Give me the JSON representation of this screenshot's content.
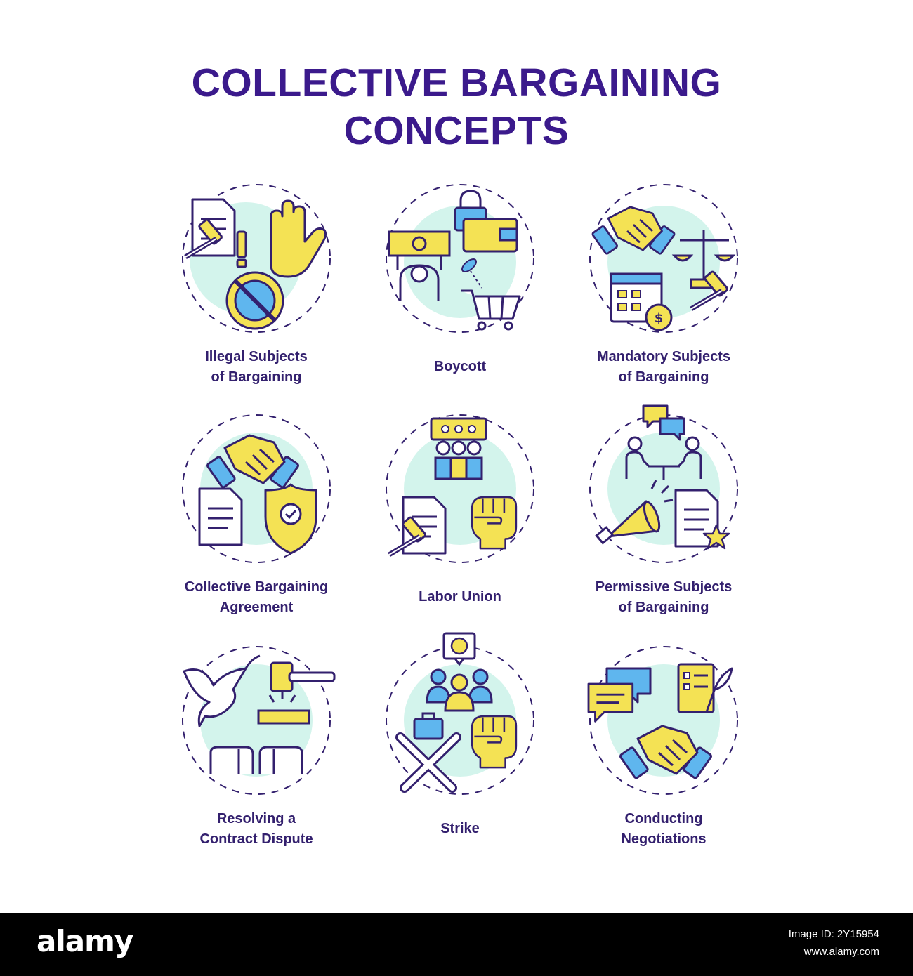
{
  "title_line1": "COLLECTIVE BARGAINING",
  "title_line2": "CONCEPTS",
  "colors": {
    "title": "#3b1a8c",
    "outline": "#33206e",
    "yellow": "#f4e254",
    "blue": "#5fb6ee",
    "mint": "#d3f4ec"
  },
  "concepts": [
    {
      "line1": "Illegal Subjects",
      "line2": "of Bargaining",
      "icons": [
        "document-icon",
        "gavel-icon",
        "exclamation-icon",
        "raised-hand-icon",
        "no-chat-icon"
      ]
    },
    {
      "line1": "",
      "line2": "Boycott",
      "icons": [
        "protest-sign-icon",
        "padlock-icon",
        "wallet-icon",
        "shopping-cart-icon",
        "moth-icon"
      ]
    },
    {
      "line1": "Mandatory Subjects",
      "line2": "of Bargaining",
      "icons": [
        "handshake-icon",
        "scales-icon",
        "gavel-icon",
        "calendar-icon",
        "dollar-coin-icon"
      ]
    },
    {
      "line1": "Collective Bargaining",
      "line2": "Agreement",
      "icons": [
        "handshake-icon",
        "document-icon",
        "shield-check-icon"
      ]
    },
    {
      "line1": "",
      "line2": "Labor Union",
      "icons": [
        "speech-bubble-icon",
        "group-icon",
        "document-icon",
        "gavel-icon",
        "raised-fist-icon"
      ]
    },
    {
      "line1": "Permissive Subjects",
      "line2": "of Bargaining",
      "icons": [
        "chat-bubbles-icon",
        "meeting-table-icon",
        "megaphone-icon",
        "document-star-icon"
      ]
    },
    {
      "line1": "Resolving a",
      "line2": "Contract Dispute",
      "icons": [
        "dove-icon",
        "gavel-icon",
        "fist-bump-icon"
      ]
    },
    {
      "line1": "",
      "line2": "Strike",
      "icons": [
        "angry-face-bubble-icon",
        "crowd-icon",
        "briefcase-icon",
        "crossed-arms-icon",
        "raised-fist-icon"
      ]
    },
    {
      "line1": "Conducting",
      "line2": "Negotiations",
      "icons": [
        "chat-bubbles-icon",
        "checklist-icon",
        "quill-icon",
        "handshake-icon"
      ]
    }
  ],
  "footer": {
    "brand": "alamy",
    "image_id": "Image ID: 2Y15954",
    "site": "www.alamy.com"
  }
}
